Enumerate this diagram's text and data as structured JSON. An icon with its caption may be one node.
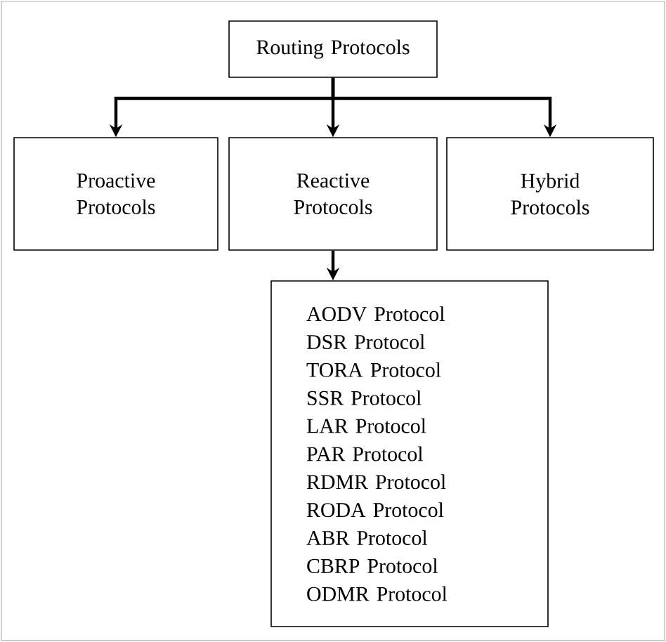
{
  "diagram": {
    "nodes": [
      {
        "text": [
          "Routing Protocols"
        ]
      },
      {
        "text": [
          "Proactive Protocols"
        ]
      },
      {
        "text": [
          "Reactive Protocols"
        ]
      },
      {
        "text": [
          "Hybrid Protocols"
        ]
      },
      {
        "text": [
          "AODV Protocol",
          "DSR Protocol",
          "TORA Protocol",
          "SSR Protocol",
          "LAR Protocol",
          "PAR Protocol",
          "RDMR Protocol",
          "RODA Protocol",
          "ABR Protocol",
          "CBRP Protocol",
          "ODMR Protocol"
        ]
      }
    ],
    "edges": [
      {
        "from": 0,
        "to": 1,
        "arrow": "to"
      },
      {
        "from": 0,
        "to": 2,
        "arrow": "to"
      },
      {
        "from": 0,
        "to": 3,
        "arrow": "to"
      },
      {
        "from": 2,
        "to": 4,
        "arrow": "to"
      }
    ]
  }
}
